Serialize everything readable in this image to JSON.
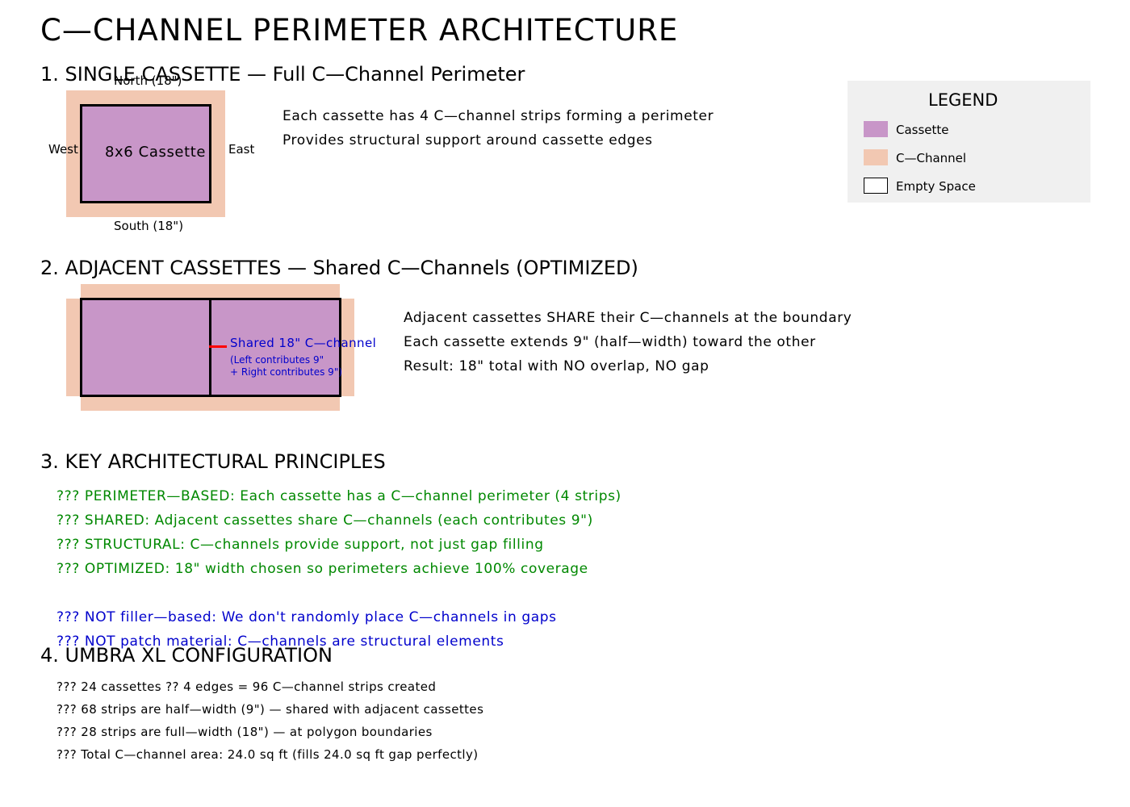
{
  "title": "C—CHANNEL PERIMETER ARCHITECTURE",
  "section1": {
    "heading": "1. SINGLE CASSETTE — Full C—Channel Perimeter",
    "label_north": "North (18\")",
    "label_south": "South (18\")",
    "label_west": "West",
    "label_east": "East",
    "cassette_label": "8x6 Cassette",
    "desc_lines": [
      "Each cassette has 4 C—channel strips forming a perimeter",
      "Provides structural support around cassette edges"
    ]
  },
  "section2": {
    "heading": "2. ADJACENT CASSETTES — Shared C—Channels (OPTIMIZED)",
    "shared_label": "Shared 18\" C—channel",
    "shared_note_1": "(Left contributes 9\"",
    "shared_note_2": "+ Right contributes 9\")",
    "desc_lines": [
      "Adjacent cassettes SHARE their C—channels at the boundary",
      "Each cassette extends 9\" (half—width) toward the other",
      "Result: 18\" total with NO overlap, NO gap"
    ]
  },
  "section3": {
    "heading": "3. KEY ARCHITECTURAL PRINCIPLES",
    "green_lines": [
      "??? PERIMETER—BASED: Each cassette has a C—channel perimeter (4 strips)",
      "??? SHARED: Adjacent cassettes share C—channels (each contributes 9\")",
      "??? STRUCTURAL: C—channels provide support, not just gap filling",
      "??? OPTIMIZED: 18\" width chosen so perimeters achieve 100% coverage"
    ],
    "blue_lines": [
      "??? NOT filler—based: We don't randomly place C—channels in gaps",
      "??? NOT patch material: C—channels are structural elements"
    ]
  },
  "section4": {
    "heading": "4. UMBRA XL CONFIGURATION",
    "lines": [
      "??? 24 cassettes ?? 4 edges = 96 C—channel strips created",
      "??? 68 strips are half—width (9\") — shared with adjacent cassettes",
      "??? 28 strips are full—width (18\") — at polygon boundaries",
      "??? Total C—channel area: 24.0 sq ft (fills 24.0 sq ft gap perfectly)"
    ]
  },
  "legend": {
    "title": "LEGEND",
    "items": [
      {
        "label": "Cassette",
        "color": "#c896c8"
      },
      {
        "label": "C—Channel",
        "color": "#f2c8b2"
      },
      {
        "label": "Empty Space",
        "color": "#ffffff"
      }
    ]
  },
  "colors": {
    "cassette": "#c896c8",
    "c_channel": "#f2c8b2",
    "shared_marker": "#ff0000",
    "principle_green": "#008800",
    "principle_blue": "#0000cc"
  }
}
